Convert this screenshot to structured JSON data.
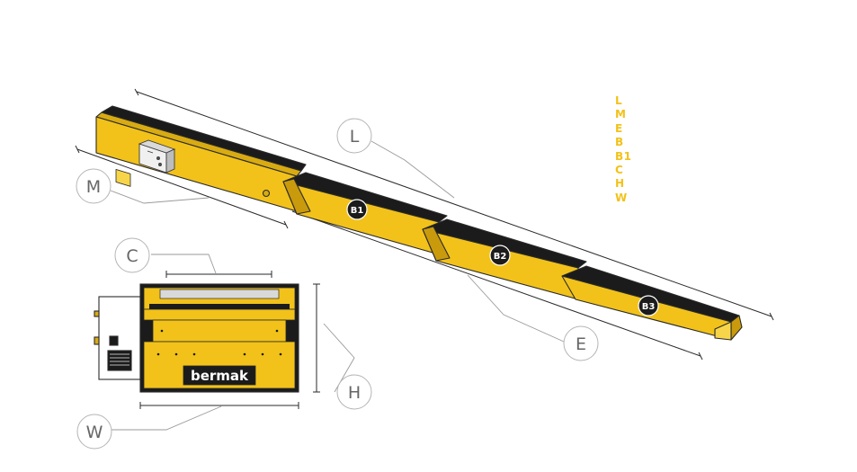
{
  "diagram": {
    "callouts": {
      "L": "L",
      "M": "M",
      "E": "E",
      "C": "C",
      "H": "H",
      "W": "W"
    },
    "section_labels": {
      "B1": "B1",
      "B2": "B2",
      "B3": "B3"
    },
    "legend": [
      "L",
      "M",
      "E",
      "B",
      "B1",
      "C",
      "H",
      "W"
    ],
    "brand": "bermak"
  },
  "colors": {
    "yellow": "#f2c21a",
    "dark_yellow": "#c99a0c",
    "belt": "#1b1b1b",
    "outline": "#2a2a2a",
    "dim_line": "#8a8a8a",
    "legend_text": "#f2c21a"
  },
  "icons": [
    "electrical-box-icon",
    "brand-logo-plate"
  ]
}
